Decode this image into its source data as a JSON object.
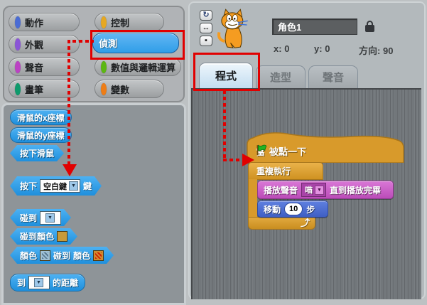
{
  "categories": {
    "items": [
      {
        "label": "動作",
        "color": "#4a6cd4"
      },
      {
        "label": "控制",
        "color": "#e6a822"
      },
      {
        "label": "外觀",
        "color": "#8a55d7"
      },
      {
        "label": "偵測",
        "color": "#2f9ee8",
        "selected": true
      },
      {
        "label": "聲音",
        "color": "#bb42c3"
      },
      {
        "label": "數值與邏輯運算",
        "color": "#5cb712"
      },
      {
        "label": "畫筆",
        "color": "#0e9a6c"
      },
      {
        "label": "變數",
        "color": "#ee7d16"
      }
    ]
  },
  "palette": {
    "mouse_x": "滑鼠的x座標",
    "mouse_y": "滑鼠的y座標",
    "mouse_down": "按下滑鼠",
    "key_pressed": {
      "pre": "按下",
      "value": "空白鍵",
      "post": "鍵"
    },
    "touching": {
      "pre": "碰到",
      "value": ""
    },
    "touching_color": {
      "pre": "碰到顏色",
      "swatch_color": "#c89a3a"
    },
    "color_touching": {
      "a": "顏色",
      "b": "碰到",
      "c": "顏色",
      "swatch1_color": "#9fc0d6",
      "swatch1_mark": "#5a7a92",
      "swatch2_color": "#cf8a2e",
      "swatch2_mark": "#d02000"
    },
    "distance": {
      "pre": "到",
      "value": "",
      "post": "的距離"
    }
  },
  "sprite": {
    "name": "角色1",
    "x_label": "x:",
    "x_value": "0",
    "y_label": "y:",
    "y_value": "0",
    "dir_label": "方向:",
    "dir_value": "90"
  },
  "sprite_controls": {
    "rotate_glyph": "↻",
    "flip_glyph": "↔",
    "no_rotate_glyph": "▪"
  },
  "tabs": [
    {
      "label": "程式",
      "active": true
    },
    {
      "label": "造型",
      "active": false
    },
    {
      "label": "聲音",
      "active": false
    }
  ],
  "script": {
    "hat": {
      "pre": "當",
      "post": "被點一下"
    },
    "forever_label": "重複執行",
    "play_sound": {
      "pre": "播放聲音",
      "value": "喵",
      "post": "直到播放完畢"
    },
    "move": {
      "pre": "移動",
      "value": "10",
      "post": "步"
    },
    "loop_arrow": "⤴"
  },
  "ui": {
    "dropdown_arrow": "▼",
    "annotation_color": "#e10000"
  },
  "colors": {
    "sensing_blue": "#2d9fe8",
    "control_orange": "#d89a2b",
    "sound_magenta": "#c95fc6",
    "motion_blue": "#4a6cd4",
    "active_tab_blue": "#cfe4f4",
    "palette_gray": "#8e9498",
    "script_bg_gray": "#72777b"
  }
}
